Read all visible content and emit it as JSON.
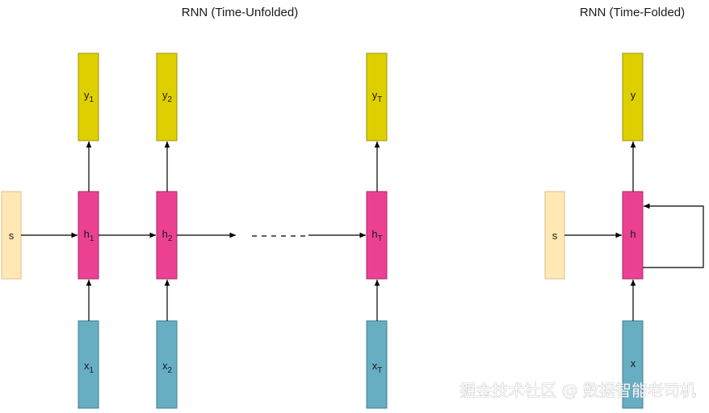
{
  "colors": {
    "output": "#e0cf00",
    "hidden": "#ec4193",
    "input": "#67aec3",
    "state": "#ffe8b3"
  },
  "unfolded": {
    "title": "RNN (Time-Unfolded)",
    "state_label": "s",
    "steps": [
      {
        "y": "y",
        "y_sub": "1",
        "h": "h",
        "h_sub": "1",
        "x": "x",
        "x_sub": "1"
      },
      {
        "y": "y",
        "y_sub": "2",
        "h": "h",
        "h_sub": "2",
        "x": "x",
        "x_sub": "2"
      },
      {
        "y": "y",
        "y_sub": "T",
        "h": "h",
        "h_sub": "T",
        "x": "x",
        "x_sub": "T"
      }
    ],
    "ellipsis": "......"
  },
  "folded": {
    "title": "RNN (Time-Folded)",
    "state_label": "s",
    "y": "y",
    "h": "h",
    "x": "x"
  },
  "watermark": "掘金技术社区 @ 数据智能老司机"
}
